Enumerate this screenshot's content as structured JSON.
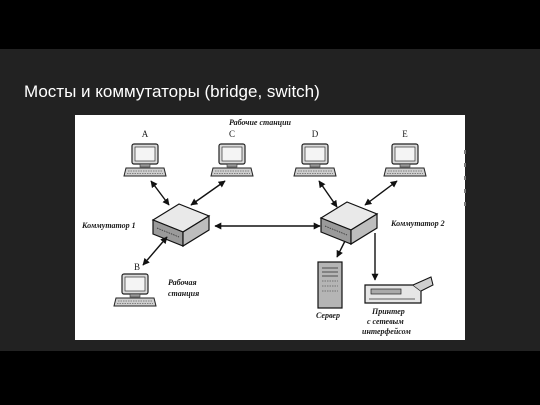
{
  "slide": {
    "title": "Мосты и коммутаторы (bridge, switch)"
  },
  "diagram": {
    "workstations_header": "Рабочие станции",
    "stations": [
      {
        "letter": "A"
      },
      {
        "letter": "C"
      },
      {
        "letter": "D"
      },
      {
        "letter": "E"
      }
    ],
    "station_b_letter": "B",
    "station_b_caption_1": "Рабочая",
    "station_b_caption_2": "станция",
    "switch1_label": "Коммутатор 1",
    "switch2_label": "Коммутатор 2",
    "server_label": "Сервер",
    "printer_line_1": "Принтер",
    "printer_line_2": "с сетевым",
    "printer_line_3": "интерфейсом"
  }
}
